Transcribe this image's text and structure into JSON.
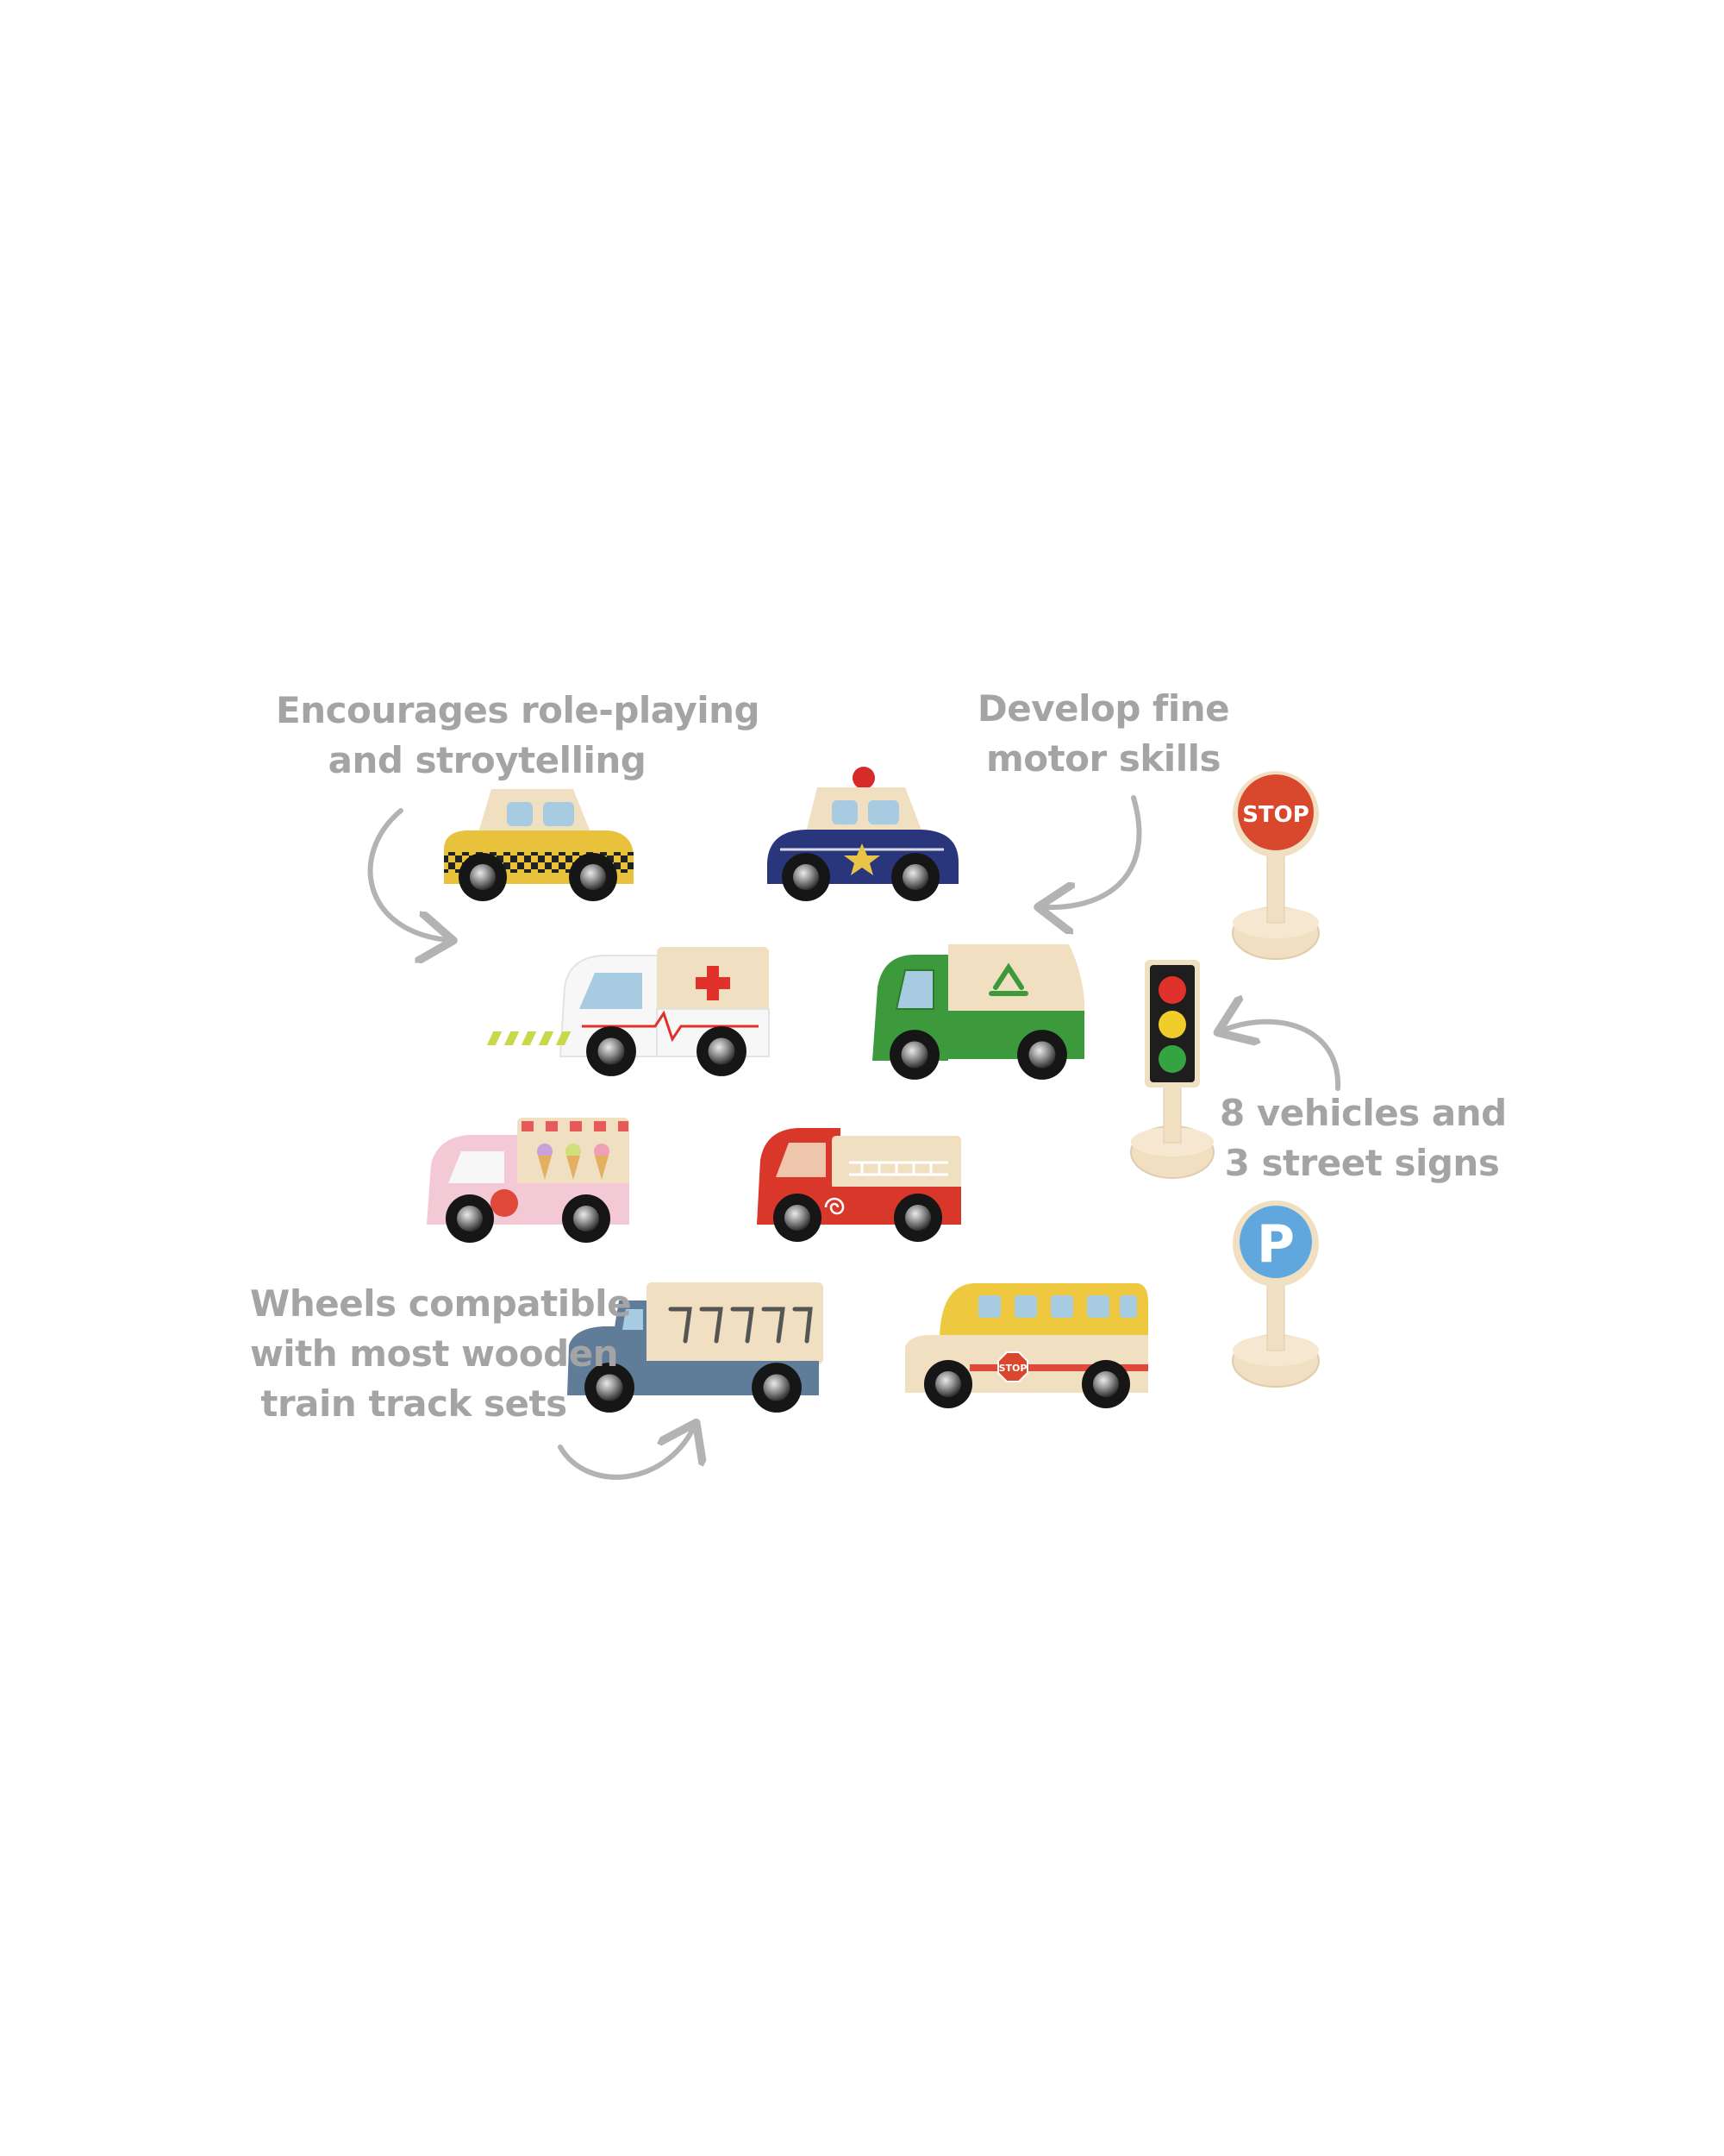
{
  "captions": {
    "role_play": [
      "Encourages role-playing",
      "and stroytelling"
    ],
    "motor_skills": [
      "Develop fine",
      "motor skills"
    ],
    "vehicles_signs": [
      "8 vehicles and",
      "3 street signs"
    ],
    "wheels": [
      "Wheels compatible",
      "with most wooden",
      "train track sets"
    ]
  },
  "sign_text": {
    "stop_sign": "STOP",
    "bus_stop_sign": "STOP",
    "parking_sign": "P"
  },
  "colors": {
    "caption_gray": "#a4a4a4",
    "arrow_gray": "#b3b3b3",
    "wood": "#f1dfc2",
    "taxi_yellow": "#e9c23b",
    "police_blue": "#2a367c",
    "ambulance_white": "#f7f7f7",
    "garbage_green": "#3c9a3c",
    "icecream_pink": "#f3c9d6",
    "fire_red": "#d8372a",
    "truck_blue": "#5f7d98",
    "bus_yellow": "#eec83f",
    "stop_red": "#d9482d",
    "parking_blue": "#5fa7dc"
  }
}
